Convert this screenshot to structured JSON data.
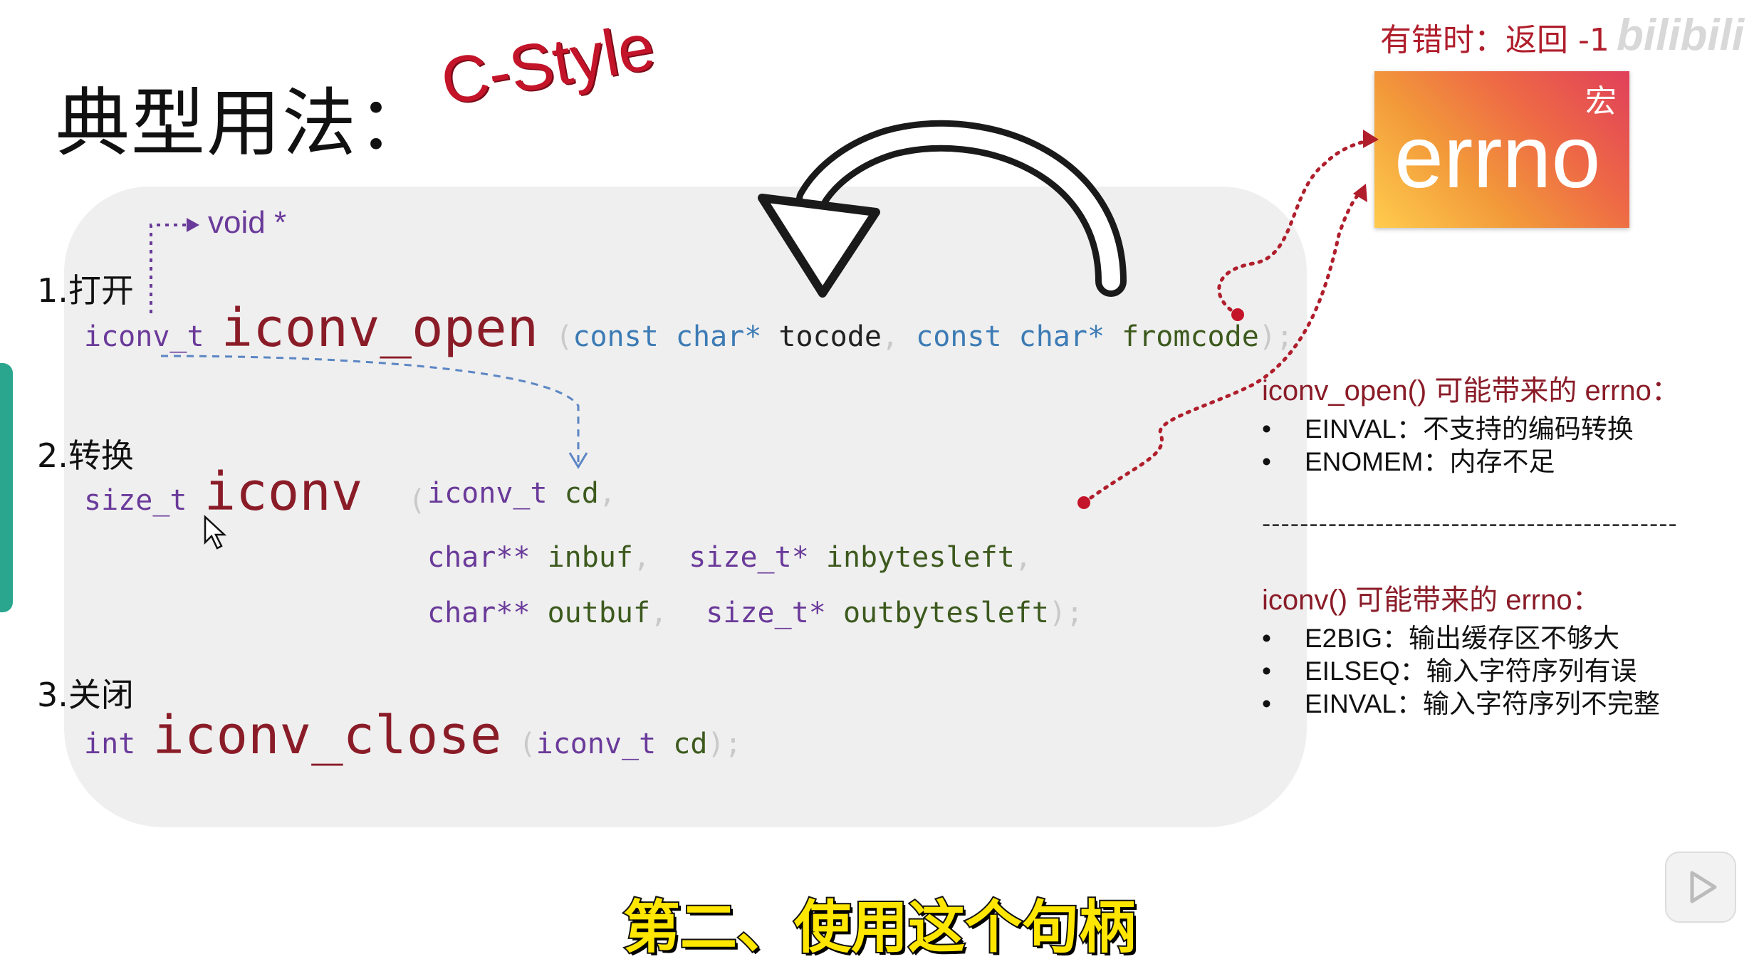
{
  "slide": {
    "title": "典型用法：",
    "style_tag": "C-Style",
    "subtitle": "第二、使用这个句柄"
  },
  "top_note": "有错时：返回 -1",
  "watermark": "bilibili",
  "errno_box": {
    "word": "errno",
    "macro_label": "宏"
  },
  "steps": [
    {
      "label": "1.打开",
      "return_type": "iconv_t",
      "function": "iconv_open",
      "open_paren": "(",
      "kw1": "const",
      "type1": "char*",
      "param1": "tocode",
      "comma1": ",",
      "kw2": "const",
      "type2": "char*",
      "param2": "fromcode",
      "close": ");"
    },
    {
      "label": "2.转换",
      "return_type": "size_t",
      "function": "iconv",
      "open_paren": "(",
      "line1_type": "iconv_t",
      "line1_param": "cd",
      "line1_comma": ",",
      "line2_type1": "char**",
      "line2_param1": "inbuf",
      "line2_comma1": ",",
      "line2_type2": "size_t*",
      "line2_param2": "inbytesleft",
      "line2_comma2": ",",
      "line3_type1": "char**",
      "line3_param1": "outbuf",
      "line3_comma1": ",",
      "line3_type2": "size_t*",
      "line3_param2": "outbytesleft",
      "line3_close": ");"
    },
    {
      "label": "3.关闭",
      "return_type": "int",
      "function": "iconv_close",
      "open_paren": "(",
      "type1": "iconv_t",
      "param1": "cd",
      "close": ");"
    }
  ],
  "void_note": "void *",
  "errors": {
    "open": {
      "heading": "iconv_open() 可能带来的 errno：",
      "items": [
        "EINVAL：不支持的编码转换",
        "ENOMEM：内存不足"
      ]
    },
    "divider": "--------------------------------------------",
    "iconv": {
      "heading": "iconv() 可能带来的 errno：",
      "items": [
        "E2BIG：输出缓存区不够大",
        "EILSEQ：输入字符序列有误",
        "EINVAL：输入字符序列不完整"
      ]
    },
    "bullet": "•"
  },
  "colors": {
    "function_name": "#8a1c28",
    "type": "#6a3a9a",
    "keyword": "#3c7bb5",
    "param": "#3d5a1e",
    "accent_red": "#c4142a",
    "subtitle_fill": "#ffe600"
  },
  "icons": [
    "curved-arrow-icon",
    "mouse-cursor-icon",
    "play-icon"
  ]
}
